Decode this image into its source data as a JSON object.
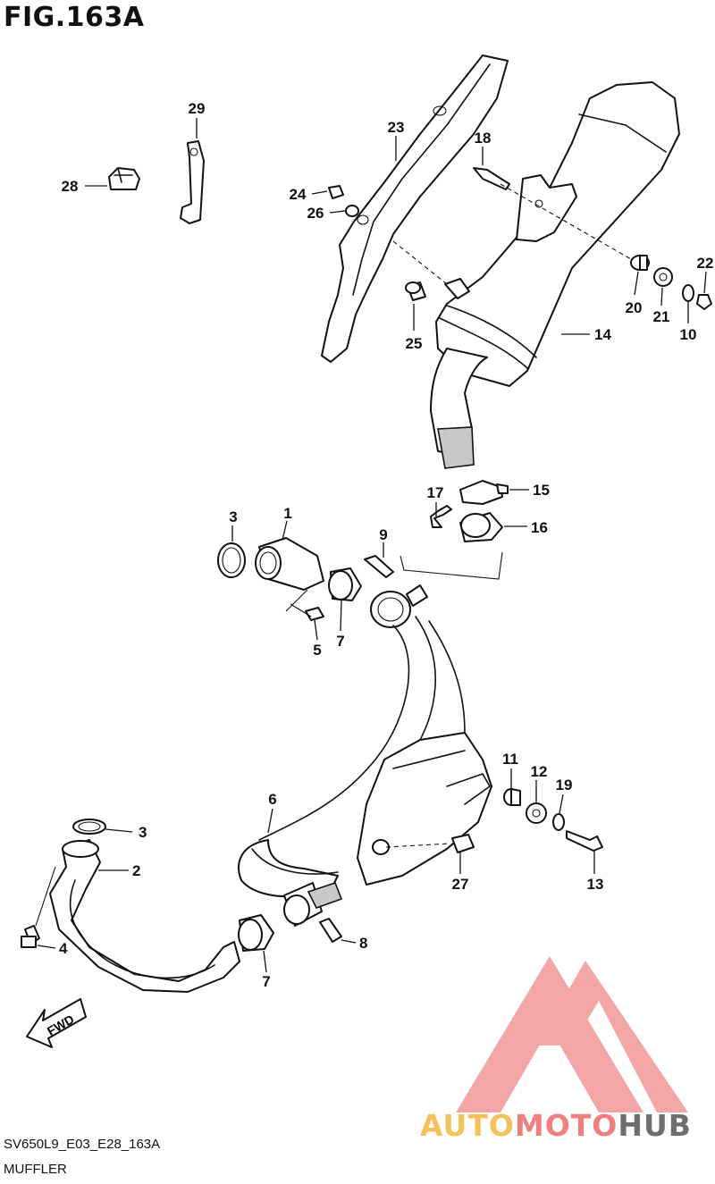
{
  "figure": {
    "title": "FIG.163A"
  },
  "parts": [
    {
      "num": "1"
    },
    {
      "num": "2"
    },
    {
      "num": "3"
    },
    {
      "num": "3"
    },
    {
      "num": "4"
    },
    {
      "num": "5"
    },
    {
      "num": "6"
    },
    {
      "num": "7"
    },
    {
      "num": "7"
    },
    {
      "num": "8"
    },
    {
      "num": "9"
    },
    {
      "num": "10"
    },
    {
      "num": "11"
    },
    {
      "num": "12"
    },
    {
      "num": "13"
    },
    {
      "num": "14"
    },
    {
      "num": "15"
    },
    {
      "num": "16"
    },
    {
      "num": "17"
    },
    {
      "num": "18"
    },
    {
      "num": "19"
    },
    {
      "num": "20"
    },
    {
      "num": "21"
    },
    {
      "num": "22"
    },
    {
      "num": "23"
    },
    {
      "num": "24"
    },
    {
      "num": "25"
    },
    {
      "num": "26"
    },
    {
      "num": "27"
    },
    {
      "num": "28"
    },
    {
      "num": "29"
    }
  ],
  "fwd_label": "FWD",
  "footer": {
    "code": "SV650L9_E03_E28_163A",
    "name": "MUFFLER"
  },
  "watermark": {
    "part1": "AUTO",
    "part2": "MOTO",
    "part3": "HUB"
  },
  "colors": {
    "watermark_red": "#ec5f5f",
    "watermark_yellow": "#f5c15a",
    "watermark_gray": "#6e6e6e"
  }
}
